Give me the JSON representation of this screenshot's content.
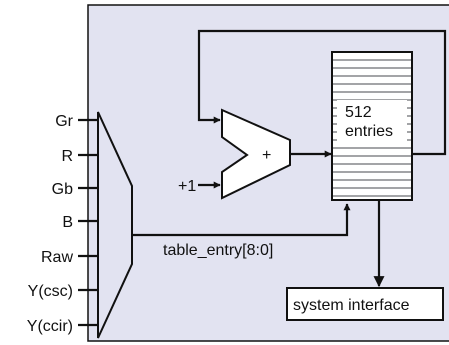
{
  "colors": {
    "panel_fill": "#e2e3f1",
    "line": "#111111",
    "memory_stripes": "#a3a4a7",
    "box_fill": "#ffffff"
  },
  "mux_inputs": [
    "Gr",
    "R",
    "Gb",
    "B",
    "Raw",
    "Y(csc)",
    "Y(ccir)"
  ],
  "adder": {
    "operator": "+",
    "increment_label": "+1"
  },
  "memory": {
    "line1": "512",
    "line2": "entries"
  },
  "bus_label": "table_entry[8:0]",
  "output_box_label": "system interface"
}
